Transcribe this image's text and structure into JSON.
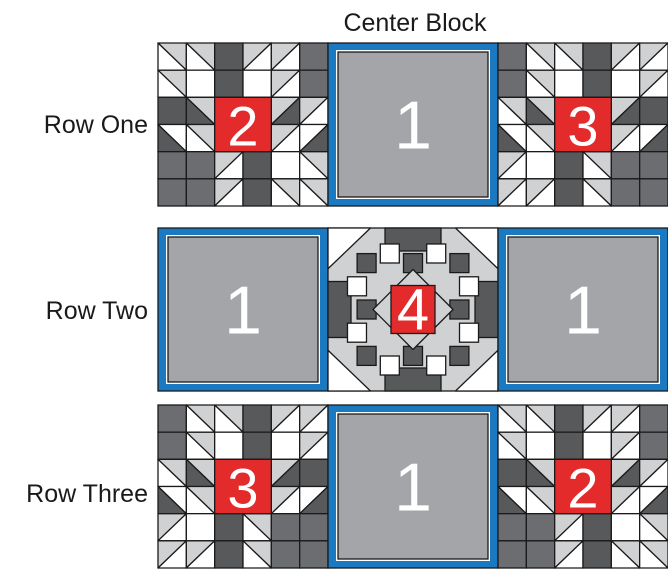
{
  "title": "Center Block",
  "rows": [
    {
      "label": "Row One",
      "blocks": [
        {
          "kind": "pinwheel",
          "number": "2",
          "flip": false
        },
        {
          "kind": "plain",
          "number": "1"
        },
        {
          "kind": "pinwheel",
          "number": "3",
          "flip": true
        }
      ]
    },
    {
      "label": "Row Two",
      "blocks": [
        {
          "kind": "plain",
          "number": "1"
        },
        {
          "kind": "diamond",
          "number": "4"
        },
        {
          "kind": "plain",
          "number": "1"
        }
      ]
    },
    {
      "label": "Row Three",
      "blocks": [
        {
          "kind": "pinwheel",
          "number": "3",
          "flip": true
        },
        {
          "kind": "plain",
          "number": "1"
        },
        {
          "kind": "pinwheel",
          "number": "2",
          "flip": false
        }
      ]
    }
  ],
  "colors": {
    "blue_border": "#1a79c1",
    "medium_gray": "#a4a5a8",
    "light_gray": "#d0d1d3",
    "dark_gray": "#58595b",
    "charcoal": "#6c6d70",
    "red": "#e32b2b",
    "white": "#ffffff",
    "outline": "#1a1a1a"
  }
}
